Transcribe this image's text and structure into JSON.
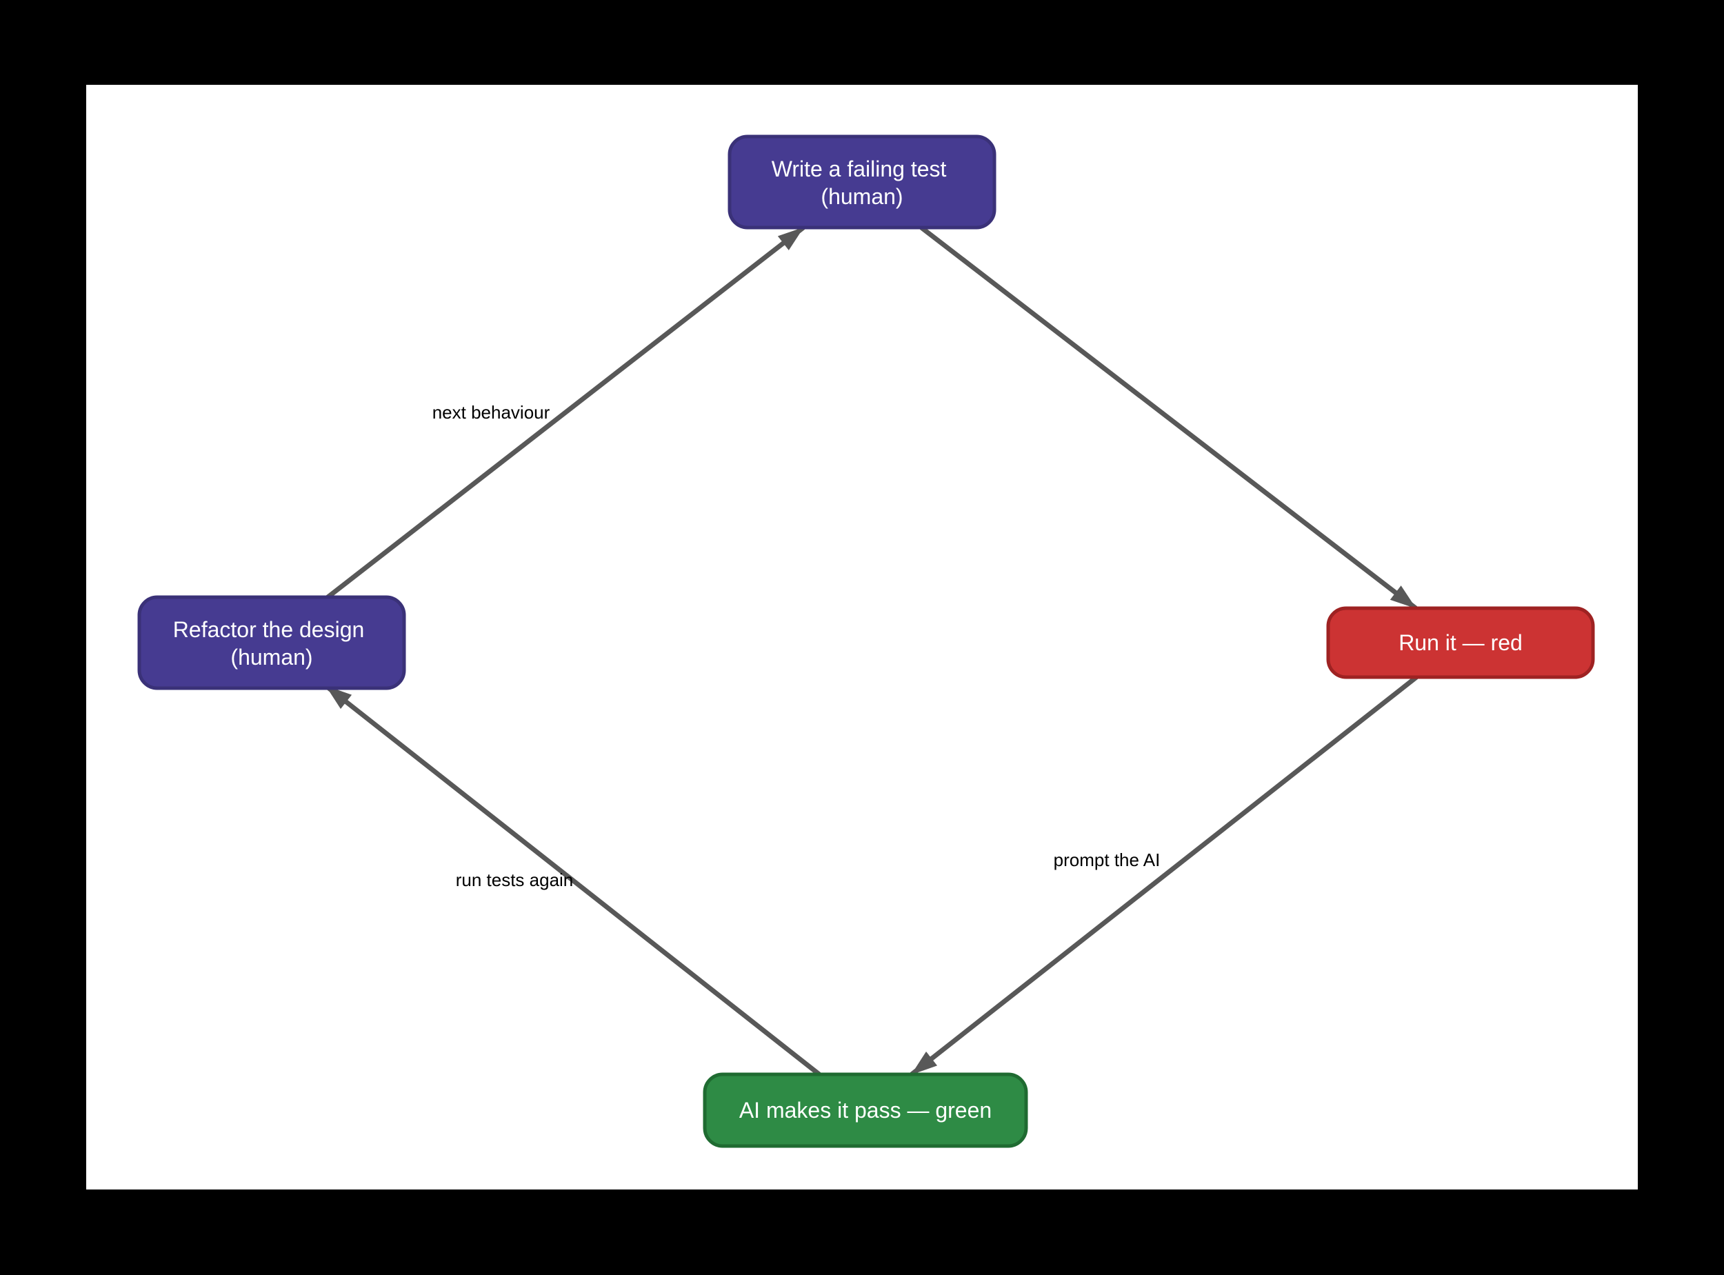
{
  "surface": {
    "background": "#000000",
    "canvas": "#ffffff"
  },
  "style": {
    "edge_color": "#585858",
    "edge_label_color": "#000000",
    "node_text_color": "#ffffff"
  },
  "nodes": {
    "write_test": {
      "line1": "Write a failing test",
      "line2": "(human)",
      "fill": "#463b91",
      "stroke": "#3a3178"
    },
    "run_red": {
      "label": "Run it — red",
      "fill": "#cc3333",
      "stroke": "#9e2222"
    },
    "ai_pass": {
      "label": "AI makes it pass — green",
      "fill": "#2e8b45",
      "stroke": "#1f6b31"
    },
    "refactor": {
      "line1": "Refactor the design",
      "line2": "(human)",
      "fill": "#463b91",
      "stroke": "#3a3178"
    }
  },
  "edges": {
    "refactor_to_write": {
      "label": "next behaviour"
    },
    "write_to_run": {},
    "run_to_ai": {
      "label": "prompt the AI"
    },
    "ai_to_refactor": {
      "label": "run tests again"
    }
  }
}
